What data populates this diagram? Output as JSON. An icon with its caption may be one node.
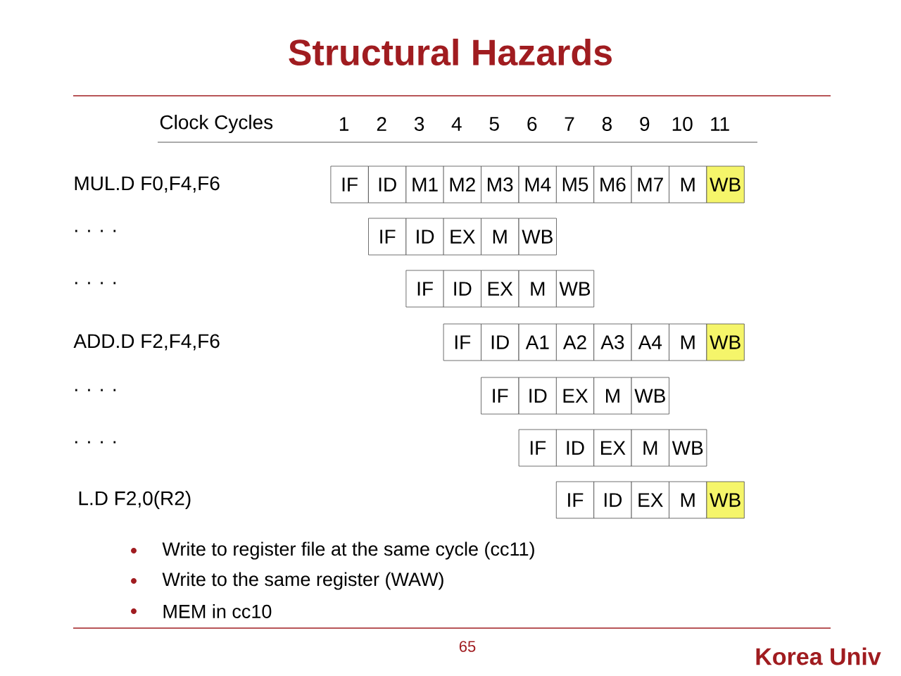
{
  "diagram": {
    "title": "Structural Hazards",
    "nodes": [
      {
        "text": [
          "IF"
        ]
      },
      {
        "text": [
          "ID"
        ]
      },
      {
        "text": [
          "M1"
        ]
      },
      {
        "text": [
          "M2"
        ]
      },
      {
        "text": [
          "M3"
        ]
      },
      {
        "text": [
          "M4"
        ]
      },
      {
        "text": [
          "M5"
        ]
      },
      {
        "text": [
          "M6"
        ]
      },
      {
        "text": [
          "M7"
        ]
      },
      {
        "text": [
          "M"
        ]
      },
      {
        "text": [
          "WB"
        ]
      },
      {
        "text": [
          "IF"
        ]
      },
      {
        "text": [
          "ID"
        ]
      },
      {
        "text": [
          "EX"
        ]
      },
      {
        "text": [
          "M"
        ]
      },
      {
        "text": [
          "WB"
        ]
      },
      {
        "text": [
          "IF"
        ]
      },
      {
        "text": [
          "ID"
        ]
      },
      {
        "text": [
          "EX"
        ]
      },
      {
        "text": [
          "M"
        ]
      },
      {
        "text": [
          "WB"
        ]
      },
      {
        "text": [
          "IF"
        ]
      },
      {
        "text": [
          "ID"
        ]
      },
      {
        "text": [
          "A1"
        ]
      },
      {
        "text": [
          "A2"
        ]
      },
      {
        "text": [
          "A3"
        ]
      },
      {
        "text": [
          "A4"
        ]
      },
      {
        "text": [
          "M"
        ]
      },
      {
        "text": [
          "WB"
        ]
      },
      {
        "text": [
          "IF"
        ]
      },
      {
        "text": [
          "ID"
        ]
      },
      {
        "text": [
          "EX"
        ]
      },
      {
        "text": [
          "M"
        ]
      },
      {
        "text": [
          "WB"
        ]
      },
      {
        "text": [
          "IF"
        ]
      },
      {
        "text": [
          "ID"
        ]
      },
      {
        "text": [
          "EX"
        ]
      },
      {
        "text": [
          "M"
        ]
      },
      {
        "text": [
          "WB"
        ]
      },
      {
        "text": [
          "IF"
        ]
      },
      {
        "text": [
          "ID"
        ]
      },
      {
        "text": [
          "EX"
        ]
      },
      {
        "text": [
          "M"
        ]
      },
      {
        "text": [
          "WB"
        ]
      }
    ],
    "labels": [
      "Clock Cycles",
      "1",
      "2",
      "3",
      "4",
      "5",
      "6",
      "7",
      "8",
      "9",
      "10",
      "11",
      "MUL.D F0,F4,F6",
      ". . . .",
      ". . . .",
      "ADD.D F2,F4,F6",
      ". . . .",
      ". . . .",
      "L.D F2,0(R2)",
      "Write to register file at the same cycle (cc11)",
      "Write to the same register (WAW)",
      "MEM in cc10",
      "65",
      "Korea Univ"
    ]
  }
}
